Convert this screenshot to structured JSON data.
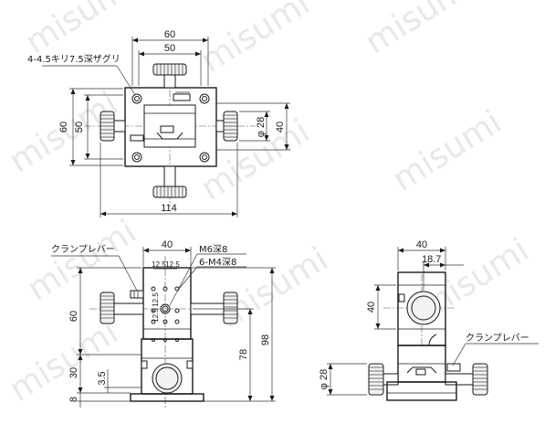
{
  "watermark": "misumi",
  "top_view": {
    "dim_width_outer": "60",
    "dim_width_inner": "50",
    "dim_height_outer": "60",
    "dim_height_inner": "50",
    "dim_knob_dia": "φ 28",
    "dim_right_40": "40",
    "dim_overall": "114",
    "hole_note": "4-4.5キリ7.5深ザグリ"
  },
  "front_view": {
    "clamp_label": "クランプレバー",
    "dim_top_40": "40",
    "pitch_12_5_a": "12.5",
    "pitch_12_5_b": "12.5",
    "pitch_12_5_v": "12.5",
    "pitch_12_5_v2": "12.5",
    "thread_m6": "M6深8",
    "thread_m4": "6-M4深8",
    "dim_60": "60",
    "dim_30": "30",
    "dim_3_5": "3.5",
    "dim_8": "8",
    "dim_78": "78",
    "dim_98": "98"
  },
  "side_view": {
    "dim_top_40": "40",
    "dim_18_7": "18.7",
    "dim_left_40": "40",
    "dim_knob_dia": "φ 28",
    "clamp_label": "クランプレバー"
  }
}
